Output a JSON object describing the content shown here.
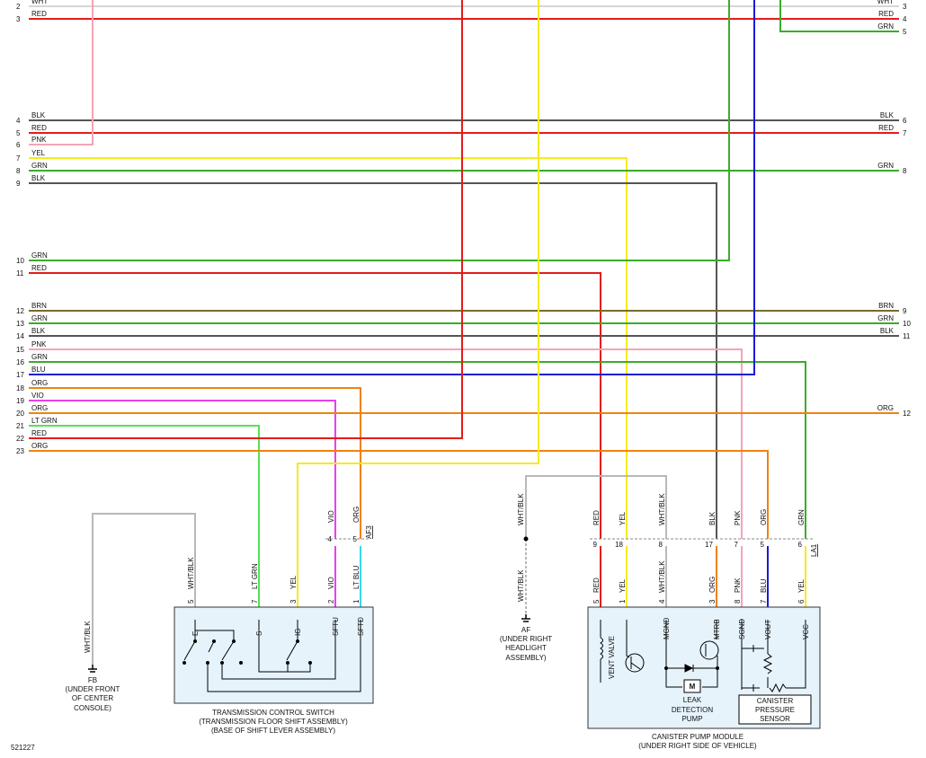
{
  "colors": {
    "WHT": "#d6d6d6",
    "RED": "#e41b1b",
    "PNK": "#f5a3b5",
    "YEL": "#f3ec1a",
    "GRN": "#3aac2a",
    "BLK": "#555555",
    "BRN": "#7a6a2a",
    "BLU": "#1a1ad6",
    "ORG": "#f0820f",
    "VIO": "#e93ff0",
    "LTGRN": "#55e34f",
    "LTBLU": "#36d6ee",
    "WHTBLK": "#b8b8b8"
  },
  "left_rows": [
    {
      "pin": "2",
      "label": "WHT"
    },
    {
      "pin": "3",
      "label": "RED"
    },
    {
      "pin": "4",
      "label": "BLK"
    },
    {
      "pin": "5",
      "label": "RED"
    },
    {
      "pin": "6",
      "label": "PNK"
    },
    {
      "pin": "7",
      "label": "YEL"
    },
    {
      "pin": "8",
      "label": "GRN"
    },
    {
      "pin": "9",
      "label": "BLK"
    },
    {
      "pin": "10",
      "label": "GRN"
    },
    {
      "pin": "11",
      "label": "RED"
    },
    {
      "pin": "12",
      "label": "BRN"
    },
    {
      "pin": "13",
      "label": "GRN"
    },
    {
      "pin": "14",
      "label": "BLK"
    },
    {
      "pin": "15",
      "label": "PNK"
    },
    {
      "pin": "16",
      "label": "GRN"
    },
    {
      "pin": "17",
      "label": "BLU"
    },
    {
      "pin": "18",
      "label": "ORG"
    },
    {
      "pin": "19",
      "label": "VIO"
    },
    {
      "pin": "20",
      "label": "ORG"
    },
    {
      "pin": "21",
      "label": "LT GRN"
    },
    {
      "pin": "22",
      "label": "RED"
    },
    {
      "pin": "23",
      "label": "ORG"
    }
  ],
  "right_rows": [
    {
      "pin": "3",
      "label": "WHT"
    },
    {
      "pin": "4",
      "label": "RED"
    },
    {
      "pin": "5",
      "label": "GRN"
    },
    {
      "pin": "6",
      "label": "BLK"
    },
    {
      "pin": "7",
      "label": "RED"
    },
    {
      "pin": "8",
      "label": "GRN"
    },
    {
      "pin": "9",
      "label": "BRN"
    },
    {
      "pin": "10",
      "label": "GRN"
    },
    {
      "pin": "11",
      "label": "BLK"
    },
    {
      "pin": "12",
      "label": "ORG"
    }
  ],
  "connectors": {
    "af3": "AF3",
    "la1": "LA1",
    "af3_pins": [
      {
        "upper_pin": "4",
        "upper_label": "VIO",
        "lower_pin": "2",
        "lower_label": "VIO"
      },
      {
        "upper_pin": "5",
        "upper_label": "ORG",
        "lower_pin": "1",
        "lower_label": "LT BLU"
      }
    ],
    "la1_pins": [
      {
        "upper_pin": "9",
        "upper_label": "RED",
        "lower_pin": "5",
        "lower_label": "RED"
      },
      {
        "upper_pin": "18",
        "upper_label": "YEL",
        "lower_pin": "1",
        "lower_label": "YEL"
      },
      {
        "upper_pin": "8",
        "upper_label": "WHT/BLK",
        "lower_pin": "4",
        "lower_label": "WHT/BLK"
      },
      {
        "upper_pin": "17",
        "upper_label": "BLK",
        "lower_pin": "3",
        "lower_label": "ORG"
      },
      {
        "upper_pin": "7",
        "upper_label": "PNK",
        "lower_pin": "8",
        "lower_label": "PNK"
      },
      {
        "upper_pin": "5",
        "upper_label": "ORG",
        "lower_pin": "7",
        "lower_label": "BLU"
      },
      {
        "upper_pin": "6",
        "upper_label": "GRN",
        "lower_pin": "6",
        "lower_label": "YEL"
      }
    ]
  },
  "tcs": {
    "pins": [
      {
        "pin": "5",
        "label": "WHT/BLK",
        "term": "E"
      },
      {
        "pin": "7",
        "label": "LT GRN",
        "term": "S"
      },
      {
        "pin": "3",
        "label": "YEL",
        "term": "IG"
      },
      {
        "pin": "2",
        "label": "VIO",
        "term": "SFTU"
      },
      {
        "pin": "1",
        "label": "LT BLU",
        "term": "SFTD"
      }
    ],
    "caption": [
      "TRANSMISSION CONTROL SWITCH",
      "(TRANSMISSION FLOOR SHIFT ASSEMBLY)",
      "(BASE OF SHIFT LEVER ASSEMBLY)"
    ]
  },
  "pump": {
    "pins": [
      {
        "pin": "5",
        "label": "RED",
        "term": ""
      },
      {
        "pin": "1",
        "label": "YEL",
        "term": ""
      },
      {
        "pin": "4",
        "label": "WHT/BLK",
        "term": "MGND"
      },
      {
        "pin": "3",
        "label": "ORG",
        "term": "MTRB"
      },
      {
        "pin": "8",
        "label": "PNK",
        "term": "SGND"
      },
      {
        "pin": "7",
        "label": "BLU",
        "term": "VOUT"
      },
      {
        "pin": "6",
        "label": "YEL",
        "term": "VCC"
      }
    ],
    "vent_valve": "VENT VALVE",
    "motor": "M",
    "leak_pump": [
      "LEAK",
      "DETECTION",
      "PUMP"
    ],
    "sensor": [
      "CANISTER",
      "PRESSURE",
      "SENSOR"
    ],
    "caption": [
      "CANISTER PUMP MODULE",
      "(UNDER RIGHT SIDE OF VEHICLE)"
    ]
  },
  "grounds": {
    "fb": {
      "wire": "WHT/BLK",
      "name": "FB",
      "desc": [
        "(UNDER FRONT",
        "OF CENTER",
        "CONSOLE)"
      ]
    },
    "af": {
      "wire_top": "WHT/BLK",
      "wire_bottom": "WHT/BLK",
      "name": "AF",
      "desc": [
        "(UNDER RIGHT",
        "HEADLIGHT",
        "ASSEMBLY)"
      ]
    }
  },
  "figure_id": "521227"
}
